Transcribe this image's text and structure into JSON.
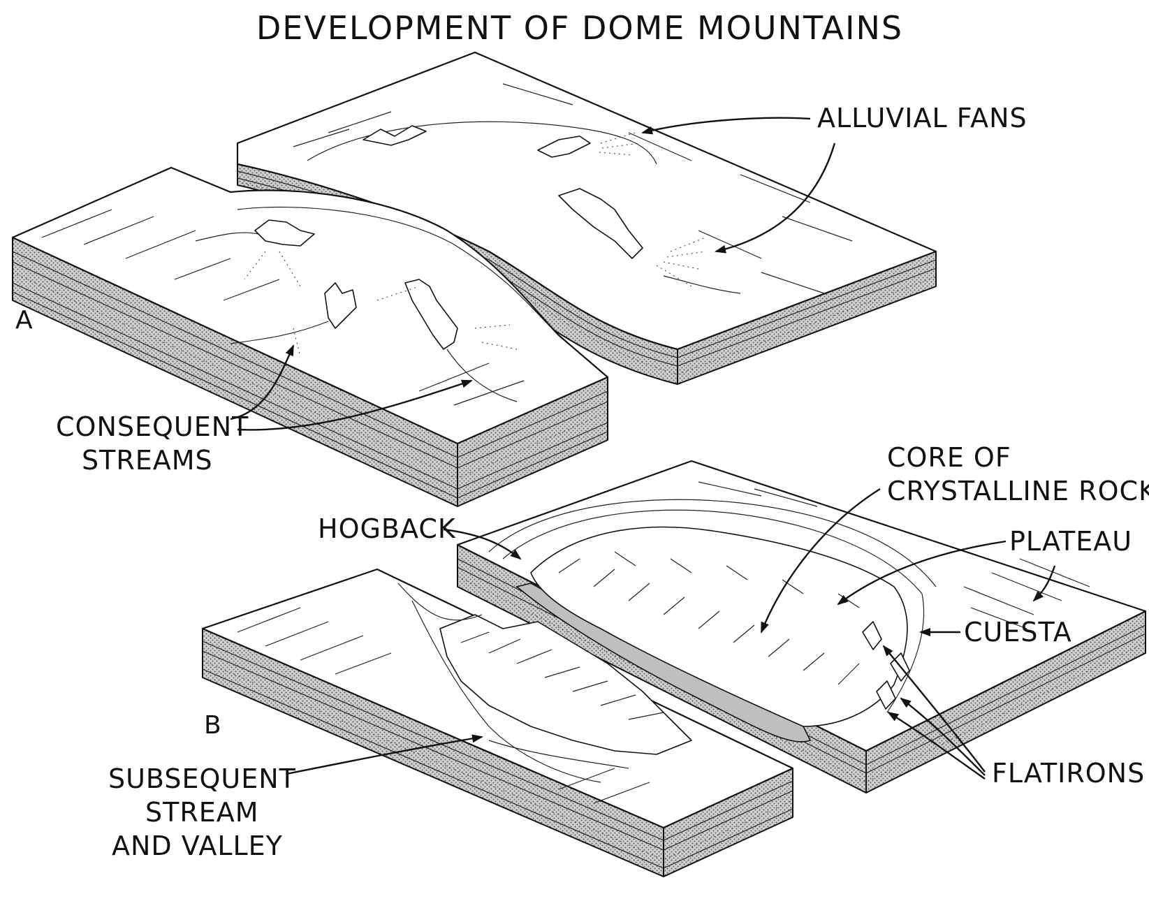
{
  "title": "DEVELOPMENT OF DOME MOUNTAINS",
  "panel_labels": {
    "a": "A",
    "b": "B"
  },
  "labels": {
    "alluvial_fans": "ALLUVIAL FANS",
    "consequent_streams": [
      "CONSEQUENT",
      "STREAMS"
    ],
    "core_of_crystalline_rock": [
      "CORE OF",
      "CRYSTALLINE ROCK"
    ],
    "hogback": "HOGBACK",
    "plateau": "PLATEAU",
    "cuesta": "CUESTA",
    "flatirons": "FLATIRONS",
    "subsequent_stream_and_valley": [
      "SUBSEQUENT",
      "STREAM",
      "AND VALLEY"
    ]
  },
  "colors": {
    "ink": "#111111",
    "stipple": "#bdbdbd",
    "paper": "#ffffff"
  }
}
